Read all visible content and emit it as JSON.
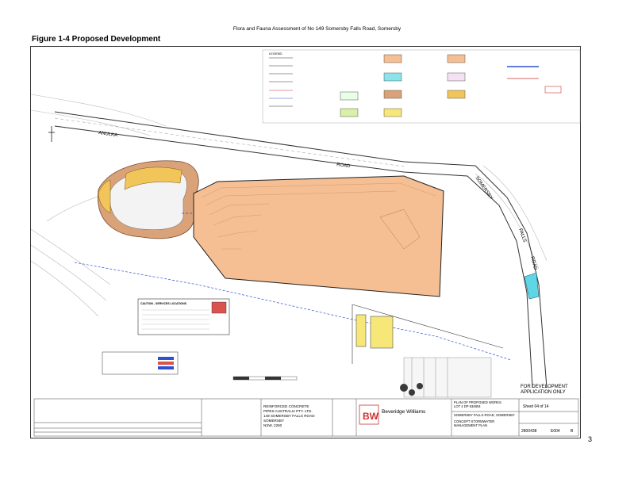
{
  "header": {
    "text": "Flora and Fauna Assessment  of No 149 Somersby Falls Road, Somersby"
  },
  "figure": {
    "title": "Figure 1-4 Proposed Development"
  },
  "page_number": "3",
  "map": {
    "road_anulka": "ANULKA",
    "road_word": "ROAD",
    "road_somersby": "SOMERSBY",
    "road_falls": "FALLS",
    "road_road2": "ROAD",
    "for_dev": "FOR DEVELOPMENT",
    "app_only": "APPLICATION ONLY",
    "caution_title": "CAUTION - SERVICES LOCATIONS",
    "legend_title": "LEGEND"
  },
  "titleblock": {
    "client_l1": "REINFORCED CONCRETE",
    "client_l2": "PIPES AUSTRALIA PTY. LTD.",
    "client_l3": "149 SOMERSBY FALLS ROAD",
    "client_l4": "SOMERSBY",
    "client_l5": "NSW, 2250",
    "firm": "Beveridge Williams",
    "plan_l1": "PLAN OF PROPOSED WORKS",
    "plan_l2": "LOT 4 DP 634804",
    "plan_l3": "SOMERSBY FALLS ROAD, SOMERSBY",
    "plan_l4": "CONCEPT STORMWATER",
    "plan_l5": "MANAGEMENT PLAN",
    "sheet": "Sheet  04 of 14",
    "job_no": "2800438",
    "drawing_no": "E004",
    "rev": "B"
  }
}
